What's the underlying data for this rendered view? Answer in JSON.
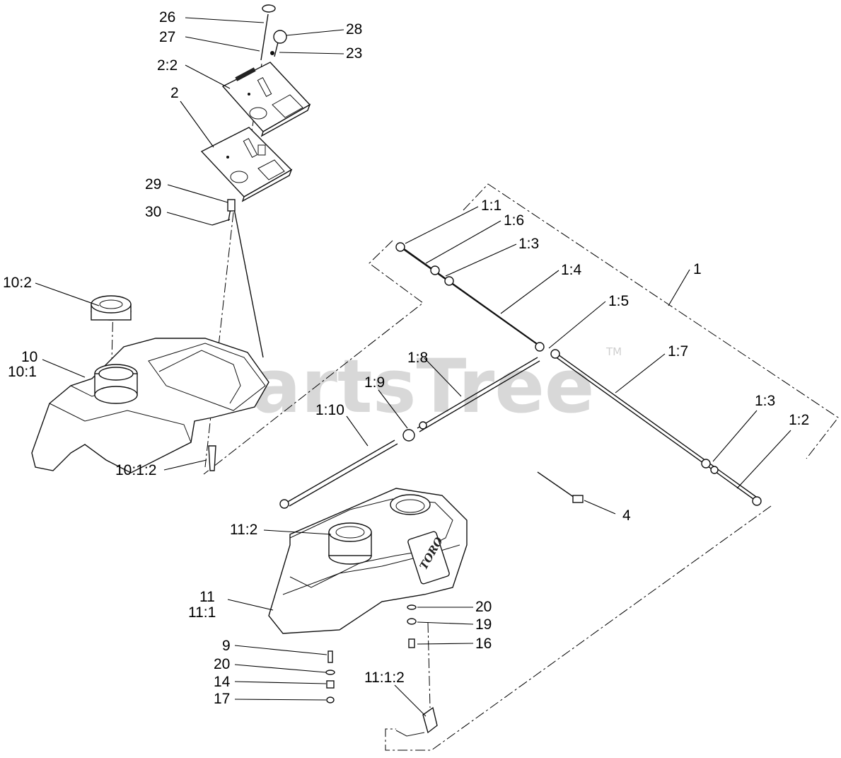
{
  "watermark": {
    "brand": "PartsTree",
    "trademark": "TM"
  },
  "tank_logo": "TORO",
  "callouts": [
    {
      "id": "c-26",
      "label": "26"
    },
    {
      "id": "c-27",
      "label": "27"
    },
    {
      "id": "c-28",
      "label": "28"
    },
    {
      "id": "c-23",
      "label": "23"
    },
    {
      "id": "c-2-2",
      "label": "2:2"
    },
    {
      "id": "c-2",
      "label": "2"
    },
    {
      "id": "c-29",
      "label": "29"
    },
    {
      "id": "c-30",
      "label": "30"
    },
    {
      "id": "c-10-2",
      "label": "10:2"
    },
    {
      "id": "c-10",
      "label": "10"
    },
    {
      "id": "c-10-1",
      "label": "10:1"
    },
    {
      "id": "c-10-1-2",
      "label": "10:1:2"
    },
    {
      "id": "c-1-1",
      "label": "1:1"
    },
    {
      "id": "c-1-6",
      "label": "1:6"
    },
    {
      "id": "c-1-3a",
      "label": "1:3"
    },
    {
      "id": "c-1-4",
      "label": "1:4"
    },
    {
      "id": "c-1",
      "label": "1"
    },
    {
      "id": "c-1-5",
      "label": "1:5"
    },
    {
      "id": "c-1-8",
      "label": "1:8"
    },
    {
      "id": "c-1-7",
      "label": "1:7"
    },
    {
      "id": "c-1-9",
      "label": "1:9"
    },
    {
      "id": "c-1-10",
      "label": "1:10"
    },
    {
      "id": "c-1-3b",
      "label": "1:3"
    },
    {
      "id": "c-1-2",
      "label": "1:2"
    },
    {
      "id": "c-4",
      "label": "4"
    },
    {
      "id": "c-11-2",
      "label": "11:2"
    },
    {
      "id": "c-11",
      "label": "11"
    },
    {
      "id": "c-11-1",
      "label": "11:1"
    },
    {
      "id": "c-20a",
      "label": "20"
    },
    {
      "id": "c-19",
      "label": "19"
    },
    {
      "id": "c-16",
      "label": "16"
    },
    {
      "id": "c-9",
      "label": "9"
    },
    {
      "id": "c-20b",
      "label": "20"
    },
    {
      "id": "c-14",
      "label": "14"
    },
    {
      "id": "c-17",
      "label": "17"
    },
    {
      "id": "c-11-1-2",
      "label": "11:1:2"
    }
  ]
}
